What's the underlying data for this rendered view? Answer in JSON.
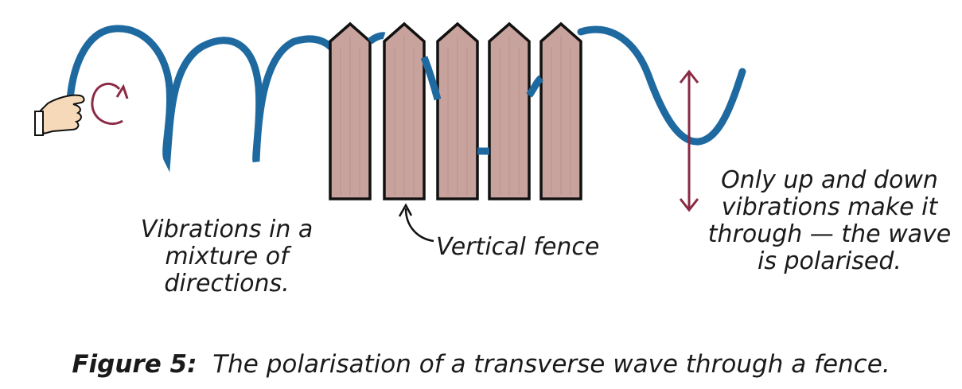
{
  "labels": {
    "mixed": "Vibrations in a\nmixture of\ndirections.",
    "fence": "Vertical fence",
    "polarised": "Only up and down\nvibrations make it\nthrough — the wave\nis polarised."
  },
  "caption": {
    "number": "Figure 5:",
    "text": "The polarisation of a transverse wave through a fence."
  },
  "colors": {
    "wave": "#1e6aa0",
    "fence": "#c8a29c",
    "arrow": "#8a2a45",
    "outline": "#111111"
  },
  "icons": {
    "hand": "hand-icon",
    "rotation": "rotation-arrow-icon",
    "vertical": "double-arrow-icon"
  }
}
